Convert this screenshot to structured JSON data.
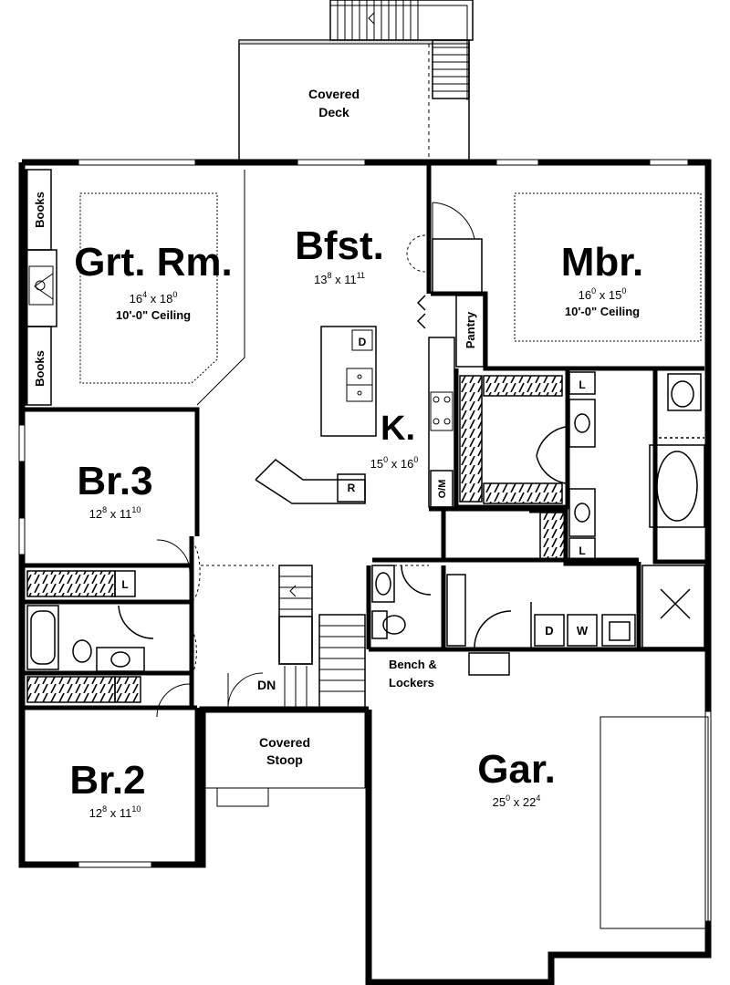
{
  "rooms": {
    "covered_deck": {
      "line1": "Covered",
      "line2": "Deck"
    },
    "great_room": {
      "name": "Grt. Rm.",
      "w": "16",
      "w_in": "4",
      "l": "18",
      "l_in": "0",
      "ceiling": "10'-0\" Ceiling"
    },
    "breakfast": {
      "name": "Bfst.",
      "w": "13",
      "w_in": "8",
      "l": "11",
      "l_in": "11"
    },
    "master": {
      "name": "Mbr.",
      "w": "16",
      "w_in": "0",
      "l": "15",
      "l_in": "0",
      "ceiling": "10'-0\" Ceiling"
    },
    "kitchen": {
      "name": "K.",
      "w": "15",
      "w_in": "0",
      "l": "16",
      "l_in": "0"
    },
    "bedroom3": {
      "name": "Br.3",
      "w": "12",
      "w_in": "8",
      "l": "11",
      "l_in": "10"
    },
    "bedroom2": {
      "name": "Br.2",
      "w": "12",
      "w_in": "8",
      "l": "11",
      "l_in": "10"
    },
    "garage": {
      "name": "Gar.",
      "w": "25",
      "w_in": "0",
      "l": "22",
      "l_in": "4"
    },
    "covered_stoop": {
      "line1": "Covered",
      "line2": "Stoop"
    }
  },
  "labels": {
    "books_top": "Books",
    "books_bottom": "Books",
    "pantry": "Pantry",
    "dishwasher": "D",
    "range": "R",
    "oven_micro": "O/M",
    "linen_top": "L",
    "linen_bottom": "L",
    "linen_hall": "L",
    "dryer": "D",
    "washer": "W",
    "bench_line1": "Bench &",
    "bench_line2": "Lockers",
    "stairs_down": "DN"
  }
}
